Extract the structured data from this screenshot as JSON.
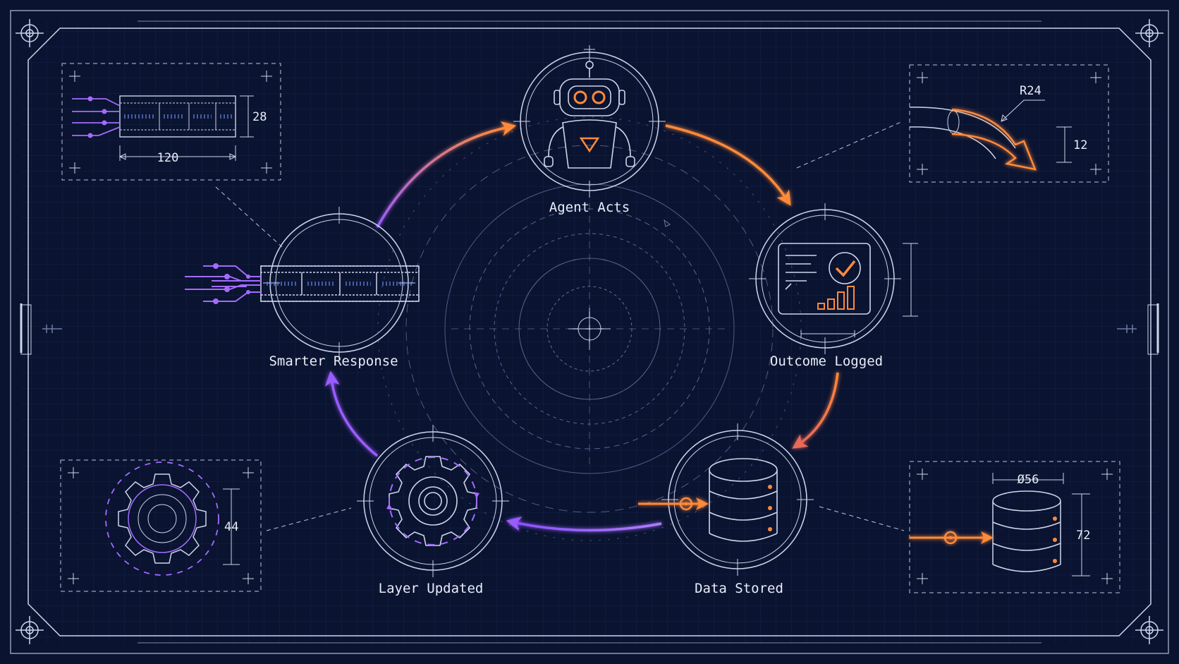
{
  "colors": {
    "background": "#0a1330",
    "line": "#cdd6ea",
    "accent_orange": "#ff8a3a",
    "accent_purple": "#a46bff"
  },
  "cycle": {
    "agent_acts": "Agent Acts",
    "outcome_logged": "Outcome Logged",
    "data_stored": "Data Stored",
    "layer_updated": "Layer Updated",
    "smarter_response": "Smarter Response"
  },
  "callouts": {
    "layer_height": "28",
    "layer_width": "120",
    "radius": "R24",
    "arrow_height": "12",
    "gear_height": "44",
    "db_diameter": "Ø56",
    "db_height": "72"
  },
  "icons": {
    "robot": "robot-icon",
    "dashboard": "dashboard-check-icon",
    "database": "database-icon",
    "gear": "gear-icon",
    "layer": "neural-layer-icon"
  }
}
